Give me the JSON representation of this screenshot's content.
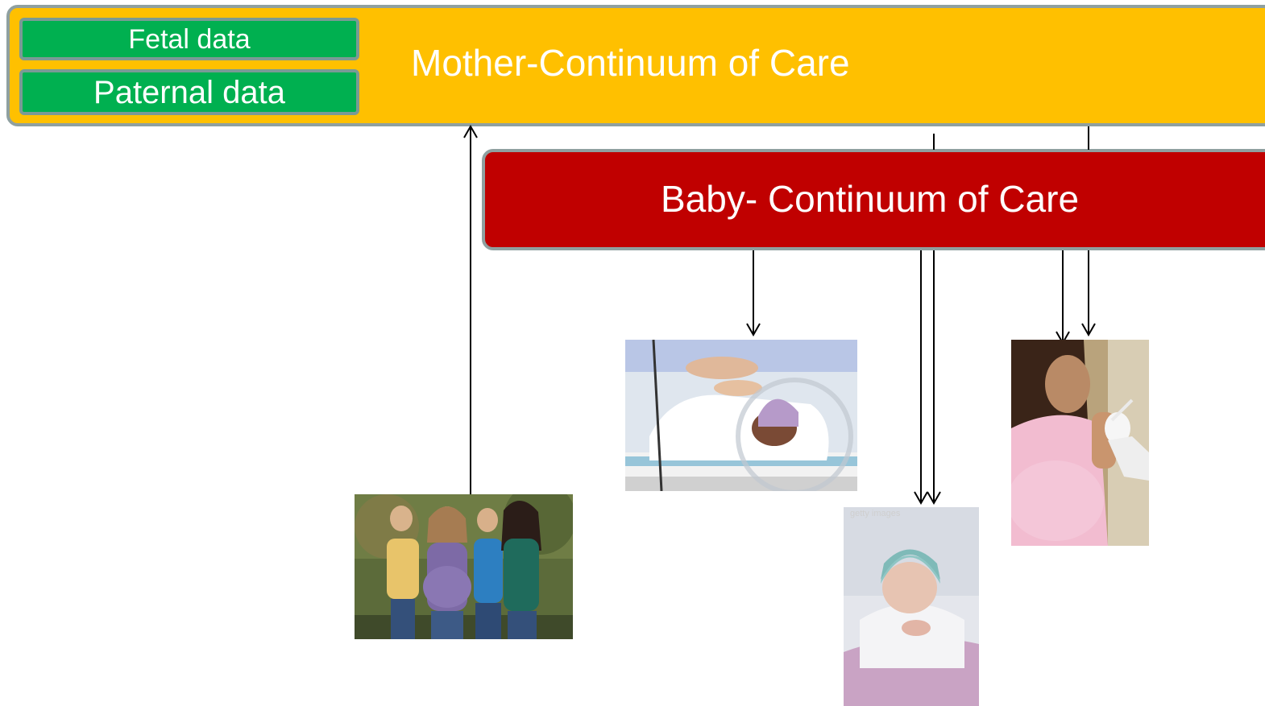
{
  "mother_box": {
    "title": "Mother-Continuum of Care",
    "color": "#ffc000",
    "pills": [
      {
        "label": "Fetal data",
        "color": "#00b050"
      },
      {
        "label": "Paternal data",
        "color": "#00b050"
      }
    ]
  },
  "baby_box": {
    "title": "Baby- Continuum of Care",
    "color": "#c00000"
  },
  "photos": {
    "mothers_group": {
      "subject": "group of pregnant women outdoors"
    },
    "incubator_baby": {
      "subject": "newborn baby in incubator"
    },
    "newborn_baby": {
      "subject": "newborn baby in blue knitted hat",
      "watermark": "getty images"
    },
    "vaccination": {
      "subject": "pregnant woman receiving injection"
    }
  }
}
